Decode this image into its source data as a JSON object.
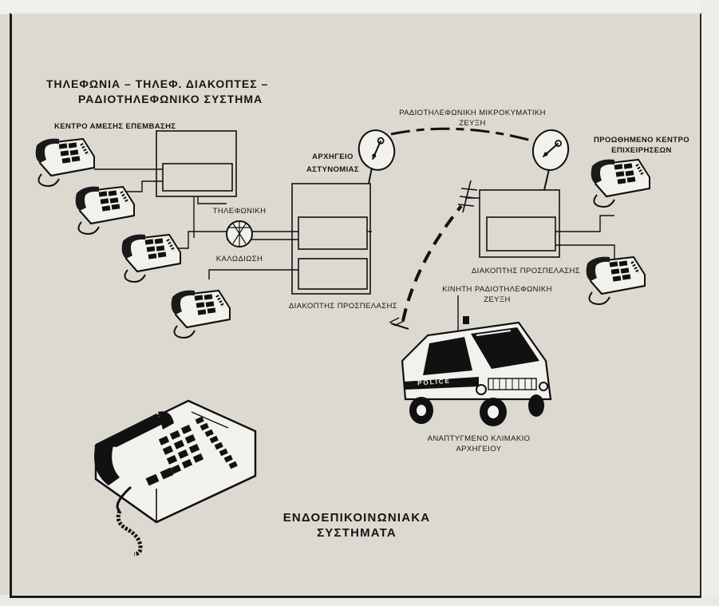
{
  "title": {
    "line1": "ΤΗΛΕΦΩΝΙΑ – ΤΗΛΕΦ. ΔΙΑΚΟΠΤΕΣ –",
    "line2": "ΡΑΔΙΟΤΗΛΕΦΩΝΙΚΟ ΣΥΣΤΗΜΑ"
  },
  "labels": {
    "emergency_center": "ΚΕΝΤΡΟ ΑΜΕΣΗΣ ΕΠΕΜΒΑΣΗΣ",
    "hq_line1": "ΑΡΧΗΓΕΙΟ",
    "hq_line2": "ΑΣΤΥΝΟΜΙΑΣ",
    "cabling_line1": "ΤΗΛΕΦΩΝΙΚΗ",
    "cabling_line2": "ΚΑΛΩΔΙΩΣΗ",
    "access_switch_left": "ΔΙΑΚΟΠΤΗΣ ΠΡΟΣΠΕΛΑΣΗΣ",
    "microwave_link_line1": "ΡΑΔΙΟΤΗΛΕΦΩΝΙΚΗ ΜΙΚΡΟΚΥΜΑΤΙΚΗ",
    "microwave_link_line2": "ΖΕΥΞΗ",
    "forward_center_line1": "ΠΡΟΩΘΗΜΕΝΟ ΚΕΝΤΡΟ",
    "forward_center_line2": "ΕΠΙΧΕΙΡΗΣΕΩΝ",
    "access_switch_right": "ΔΙΑΚΟΠΤΗΣ ΠΡΟΣΠΕΛΑΣΗΣ",
    "mobile_link_line1": "ΚΙΝΗΤΗ ΡΑΔΙΟΤΗΛΕΦΩΝΙΚΗ",
    "mobile_link_line2": "ΖΕΥΞΗ",
    "van_sign": "POLICE",
    "deployed_hq_line1": "ΑΝΑΠΤΥΓΜΕΝΟ ΚΛΙΜΑΚΙΟ",
    "deployed_hq_line2": "ΑΡΧΗΓΕΙΟΥ"
  },
  "caption": {
    "line1": "ΕΝΔΟΕΠΙΚΟΙΝΩΝΙΑΚΑ",
    "line2": "ΣΥΣΤΗΜΑΤΑ"
  },
  "colors": {
    "paper": "#dcd9d1",
    "ink": "#151515",
    "phone_body": "#f3f1ec"
  }
}
